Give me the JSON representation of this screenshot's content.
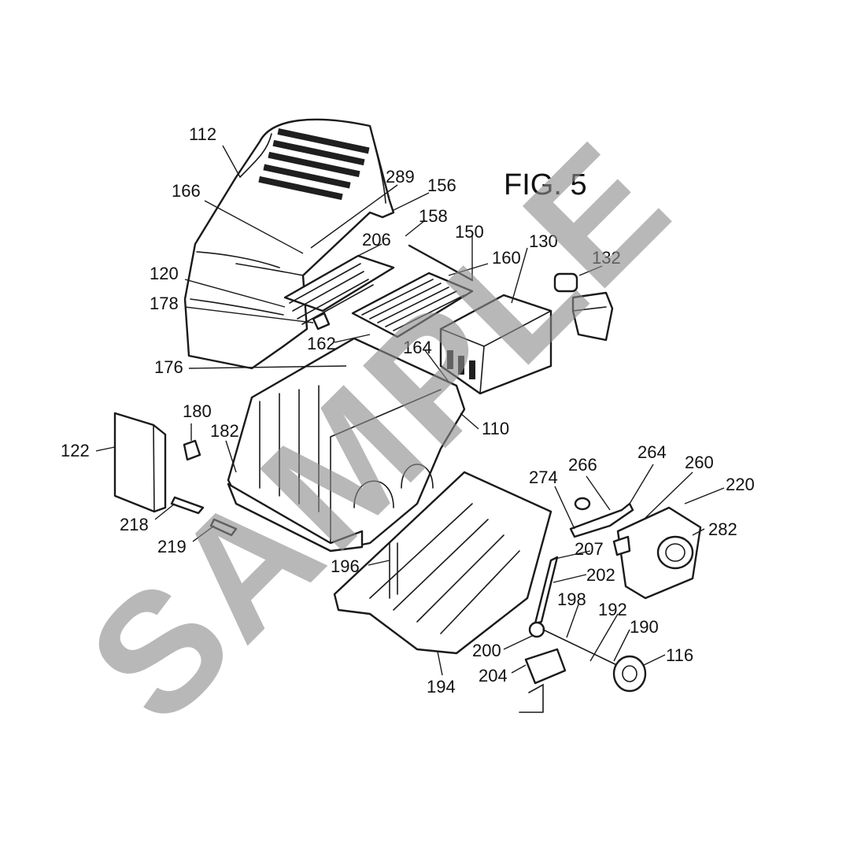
{
  "figure": {
    "title": "FIG. 5"
  },
  "watermark": {
    "text": "SAMPLE"
  },
  "reference_numerals": [
    "112",
    "166",
    "289",
    "156",
    "158",
    "150",
    "130",
    "132",
    "120",
    "178",
    "206",
    "160",
    "162",
    "164",
    "176",
    "110",
    "122",
    "180",
    "182",
    "218",
    "219",
    "266",
    "264",
    "260",
    "220",
    "274",
    "282",
    "207",
    "202",
    "196",
    "198",
    "192",
    "190",
    "116",
    "200",
    "204",
    "194"
  ],
  "colors": {
    "line": "#1a1a1a",
    "watermark": "#8c8c8c",
    "background": "#ffffff"
  }
}
